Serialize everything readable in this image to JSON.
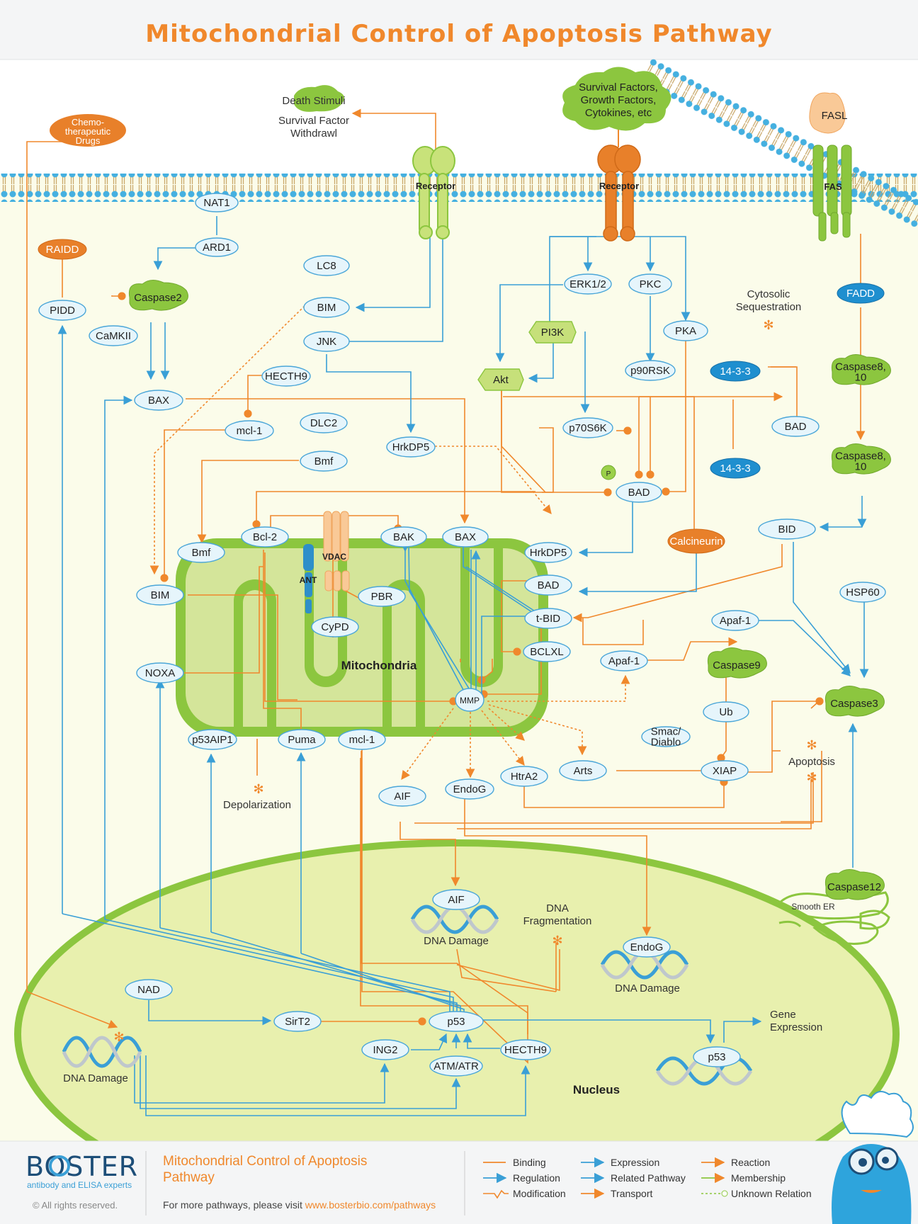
{
  "title": "Mitochondrial Control of Apoptosis Pathway",
  "colors": {
    "orange": "#f0882c",
    "blue": "#3a9fd6",
    "green": "#8cc63f",
    "node_fill": "#e6f5fb",
    "node_stroke": "#4aa6d8"
  },
  "compartments": {
    "mitochondria": "Mitochondria",
    "nucleus": "Nucleus",
    "smooth_er": "Smooth ER",
    "receptor": "Receptor",
    "fas": "FAS",
    "vdac": "VDAC",
    "ant": "ANT"
  },
  "stimuli": {
    "death": "Death Stimuli",
    "withdrawal": [
      "Survival Factor",
      "Withdrawl"
    ],
    "survival": [
      "Survival Factors,",
      "Growth Factors,",
      "Cytokines, etc"
    ],
    "chemo": [
      "Chemo-",
      "therapeutic",
      "Drugs"
    ],
    "fasl": "FASL"
  },
  "nodes": {
    "nat1": "NAT1",
    "ard1": "ARD1",
    "raidd": "RAIDD",
    "pidd": "PIDD",
    "caspase2": "Caspase2",
    "camkii": "CaMKII",
    "lc8": "LC8",
    "bim_top": "BIM",
    "jnk": "JNK",
    "bax_top": "BAX",
    "hecth9_top": "HECTH9",
    "mcl1_top": "mcl-1",
    "dlc2": "DLC2",
    "bmf_top": "Bmf",
    "hrkdp5_top": "HrkDP5",
    "erk": "ERK1/2",
    "pkc": "PKC",
    "pi3k": "PI3K",
    "pka": "PKA",
    "akt": "Akt",
    "p90rsk": "p90RSK",
    "p70s6k": "p70S6K",
    "p": "P",
    "bad_mid": "BAD",
    "bad_right": "BAD",
    "x1433a": "14-3-3",
    "x1433b": "14-3-3",
    "fadd": "FADD",
    "casp8a": [
      "Caspase8,",
      "10"
    ],
    "casp8b": [
      "Caspase8,",
      "10"
    ],
    "bid": "BID",
    "calcineurin": "Calcineurin",
    "hsp60": "HSP60",
    "bmf_mito": "Bmf",
    "bcl2": "Bcl-2",
    "bak": "BAK",
    "bax_mito": "BAX",
    "hrkdp5_mito": "HrkDP5",
    "bad_mito": "BAD",
    "tbid": "t-BID",
    "bclxl": "BCLXL",
    "bim_mito": "BIM",
    "pbr": "PBR",
    "cypd": "CyPD",
    "noxa": "NOXA",
    "mmp": "MMP",
    "p53aip1": "p53AIP1",
    "puma": "Puma",
    "mcl1_bot": "mcl-1",
    "apaf1a": "Apaf-1",
    "apaf1b": "Apaf-1",
    "caspase9": "Caspase9",
    "caspase3": "Caspase3",
    "ub": "Ub",
    "smac": [
      "Smac/",
      "Diablo"
    ],
    "xiap": "XIAP",
    "arts": "Arts",
    "htra2": "HtrA2",
    "endog": "EndoG",
    "aif": "AIF",
    "caspase12": "Caspase12",
    "aif_n": "AIF",
    "endog_n": "EndoG",
    "nad": "NAD",
    "sirt2": "SirT2",
    "p53": "p53",
    "ing2": "ING2",
    "atm": "ATM/ATR",
    "hecth9_n": "HECTH9",
    "p53_n": "p53"
  },
  "labels": {
    "cytosolic": [
      "Cytosolic",
      "Sequestration"
    ],
    "depolarization": "Depolarization",
    "apoptosis": "Apoptosis",
    "dna_frag": [
      "DNA",
      "Fragmentation"
    ],
    "dna_damage": "DNA Damage",
    "gene_expr": [
      "Gene",
      "Expression"
    ]
  },
  "footer": {
    "brand": "BOSTER",
    "tagline": "antibody and ELISA experts",
    "rights": "© All rights reserved.",
    "title_line1": "Mitochondrial Control of Apoptosis",
    "title_line2": "Pathway",
    "visit_text": "For more pathways, please visit ",
    "visit_link": "www.bosterbio.com/pathways"
  },
  "legend": [
    {
      "key": "binding",
      "label": "Binding"
    },
    {
      "key": "regulation",
      "label": "Regulation"
    },
    {
      "key": "modification",
      "label": "Modification"
    },
    {
      "key": "expression",
      "label": "Expression"
    },
    {
      "key": "related",
      "label": "Related Pathway"
    },
    {
      "key": "transport",
      "label": "Transport"
    },
    {
      "key": "reaction",
      "label": "Reaction"
    },
    {
      "key": "membership",
      "label": "Membership"
    },
    {
      "key": "unknown",
      "label": "Unknown Relation"
    }
  ]
}
